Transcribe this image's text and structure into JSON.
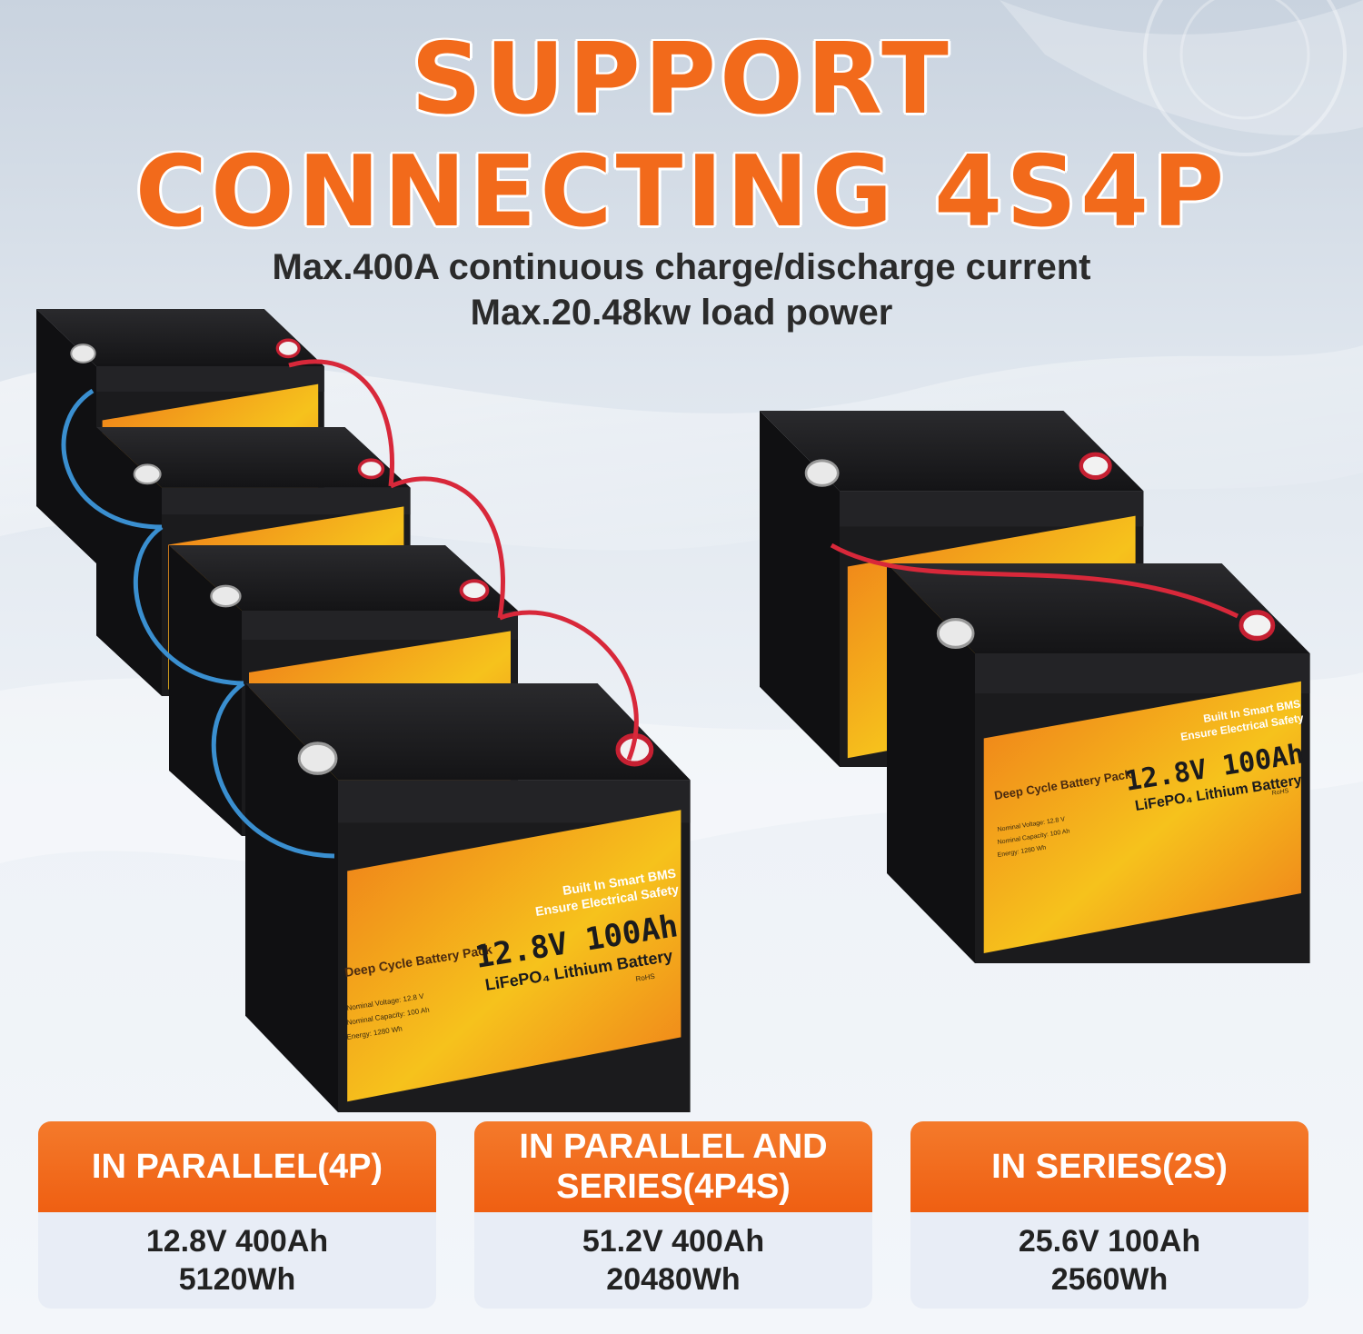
{
  "headline": {
    "line1": "SUPPORT",
    "line2": "CONNECTING 4S4P"
  },
  "subheadline": {
    "line1": "Max.400A continuous charge/discharge current",
    "line2": "Max.20.48kw load power"
  },
  "battery_label": {
    "pack": "Deep Cycle Battery Pack",
    "bms": "Built In Smart BMS",
    "safety": "Ensure Electrical Safety",
    "rating": "12.8V 100Ah",
    "chemistry": "LiFePO₄ Lithium Battery",
    "voltage": "Nominal Voltage: 12.8 V",
    "capacity": "Nominal Capacity: 100 Ah",
    "energy": "Energy: 1280 Wh",
    "rohs": "RoHS"
  },
  "colors": {
    "accent": "#f26a1b",
    "battery_body": "#1b1b1d",
    "label_orange": "#ef7d1a",
    "label_yellow": "#f6c21c",
    "cable_red": "#d8283a",
    "cable_blue": "#3a8fd0"
  },
  "cards": [
    {
      "title": "IN PARALLEL(4P)",
      "line1": "12.8V 400Ah",
      "line2": "5120Wh"
    },
    {
      "title": "IN PARALLEL AND SERIES(4P4S)",
      "line1": "51.2V 400Ah",
      "line2": "20480Wh"
    },
    {
      "title": "IN SERIES(2S)",
      "line1": "25.6V 100Ah",
      "line2": "2560Wh"
    }
  ]
}
